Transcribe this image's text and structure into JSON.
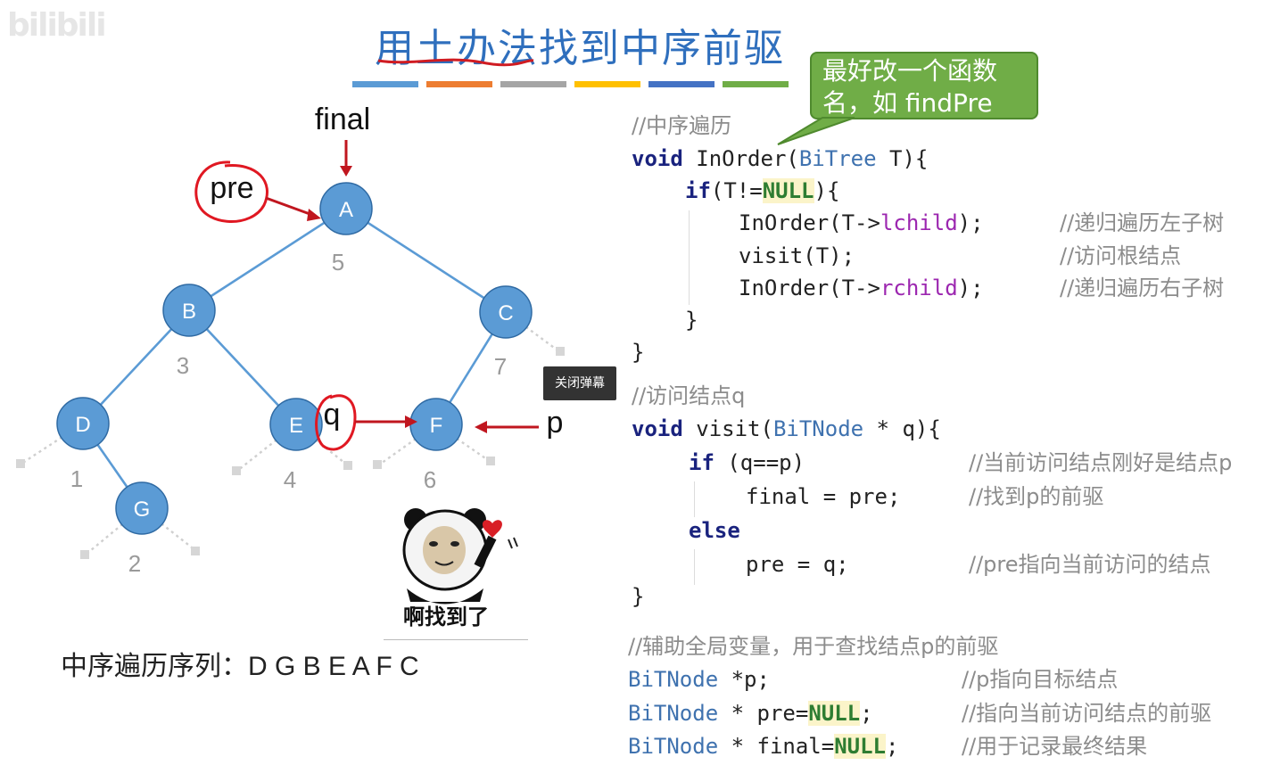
{
  "watermark": "bilibili",
  "title": "用土办法找到中序前驱",
  "color_bars": [
    "#5b9bd5",
    "#ed7d31",
    "#a5a5a5",
    "#ffc000",
    "#4472c4",
    "#70ad47"
  ],
  "tree": {
    "nodes": [
      {
        "id": "A",
        "order": "5"
      },
      {
        "id": "B",
        "order": "3"
      },
      {
        "id": "C",
        "order": "7"
      },
      {
        "id": "D",
        "order": "1"
      },
      {
        "id": "E",
        "order": "4"
      },
      {
        "id": "F",
        "order": "6"
      },
      {
        "id": "G",
        "order": "2"
      }
    ],
    "pointers": {
      "final": "final",
      "pre": "pre",
      "q": "q",
      "p": "p"
    }
  },
  "sequence": "中序遍历序列：D G B E A F C",
  "bubble": {
    "line1": "最好改一个函数",
    "line2": "名，如 findPre"
  },
  "close_danmaku": "关闭弹幕",
  "sticker_caption": "啊找到了",
  "code": {
    "c1": "//中序遍历",
    "l1_kw": "void",
    "l1_fn": " InOrder(",
    "l1_ty": "BiTree",
    "l1_rest": " T){",
    "l2_kw": "if",
    "l2_a": "(T!=",
    "l2_null": "NULL",
    "l2_b": "){",
    "l3_a": "InOrder(T->",
    "l3_f": "lchild",
    "l3_b": ");",
    "l3_c": "//递归遍历左子树",
    "l4_a": "visit(T);",
    "l4_c": "//访问根结点",
    "l5_a": "InOrder(T->",
    "l5_f": "rchild",
    "l5_b": ");",
    "l5_c": "//递归遍历右子树",
    "l6": "}",
    "l7": "}",
    "c2": "//访问结点q",
    "v1_kw": "void",
    "v1_a": " visit(",
    "v1_ty": "BiTNode",
    "v1_b": " * q){",
    "v2_kw": "if",
    "v2_a": " (q==p)",
    "v2_c": "//当前访问结点刚好是结点p",
    "v3_a": "final = pre;",
    "v3_c": "//找到p的前驱",
    "v4_kw": "else",
    "v5_a": "pre = q;",
    "v5_c": "//pre指向当前访问的结点",
    "v6": "}",
    "c3": "//辅助全局变量，用于查找结点p的前驱",
    "g1_ty": "BiTNode",
    "g1_a": " *p;",
    "g1_c": "//p指向目标结点",
    "g2_ty": "BiTNode",
    "g2_a": " * pre=",
    "g2_null": "NULL",
    "g2_b": ";",
    "g2_c": "//指向当前访问结点的前驱",
    "g3_ty": "BiTNode",
    "g3_a": " * final=",
    "g3_null": "NULL",
    "g3_b": ";",
    "g3_c": "//用于记录最终结果"
  }
}
